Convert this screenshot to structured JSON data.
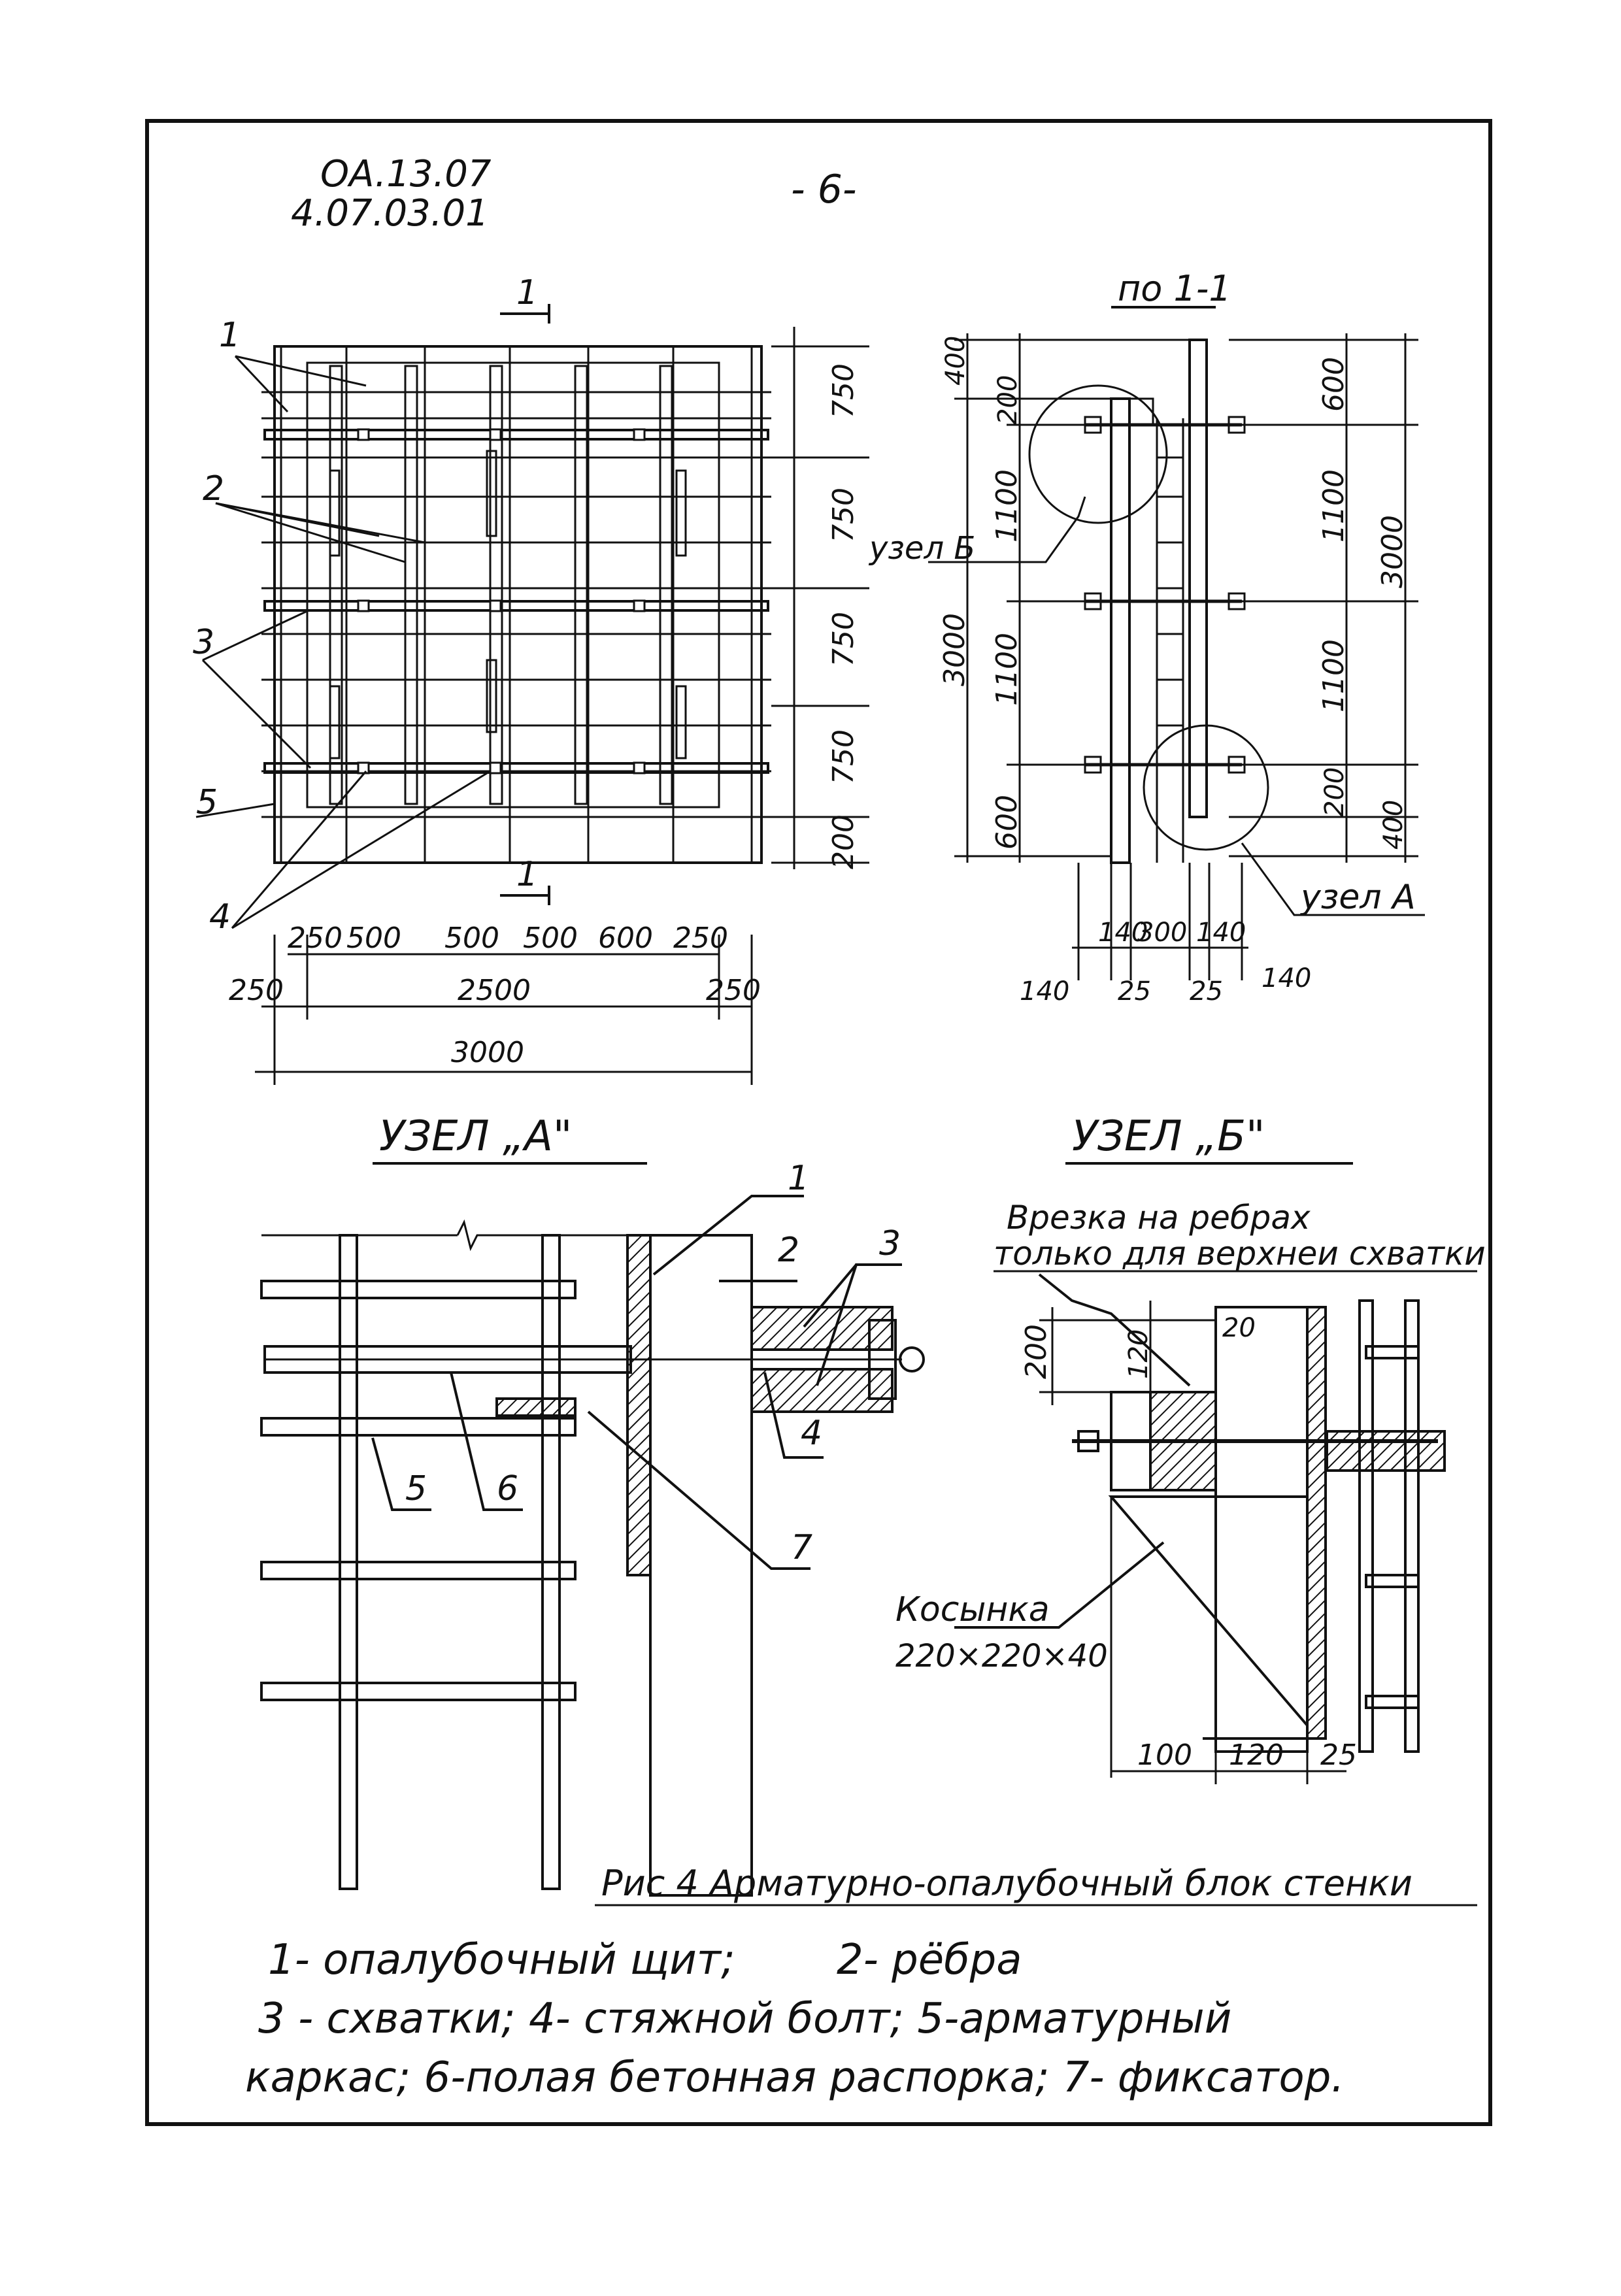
{
  "header": {
    "code_line1": "OA.13.07",
    "code_line2": "4.07.03.01",
    "page_number": "- 6-"
  },
  "elevation": {
    "section_mark": "1",
    "section_mark_bottom": "1",
    "callout_1": "1",
    "callout_2": "2",
    "callout_3": "3",
    "callout_4": "4",
    "callout_5": "5",
    "right_dims": [
      "750",
      "750",
      "750",
      "750",
      "200"
    ],
    "bottom_dims_row1": [
      "250",
      "500",
      "500",
      "500",
      "600",
      "250"
    ],
    "bottom_dims_row2": [
      "250",
      "2500",
      "250"
    ],
    "bottom_total": "3000"
  },
  "section": {
    "title": "по 1-1",
    "left_dims_outer": [
      "400",
      "3000"
    ],
    "left_dims_inner": [
      "200",
      "1100",
      "1100",
      "600"
    ],
    "right_dims_inner": [
      "600",
      "1100",
      "1100",
      "200"
    ],
    "right_dims_outer": [
      "3000",
      "400"
    ],
    "node_b_label": "узел Б",
    "node_a_label": "узел А",
    "bottom_dims_top": [
      "140",
      "300",
      "140"
    ],
    "bottom_dims_bottom": [
      "140",
      "25",
      "25",
      "140"
    ]
  },
  "node_a": {
    "title": "УЗЕЛ „А\"",
    "callouts": [
      "1",
      "2",
      "3",
      "4",
      "5",
      "6",
      "7"
    ]
  },
  "node_b": {
    "title": "УЗЕЛ „Б\"",
    "note_line1": "Врезка на ребрах",
    "note_line2": "только для верхнеи схватки",
    "dims": [
      "200",
      "120",
      "20"
    ],
    "gusset_label": "Косынка",
    "gusset_size": "220×220×40",
    "bottom_dims": [
      "100",
      "120",
      "25"
    ]
  },
  "caption": "Рис 4 Арматурно-опалубочный блок стенки",
  "legend": {
    "line1_a": "1- опалубочный щит;",
    "line1_b": "2- рёбра",
    "line2": "3 - схватки;   4- стяжной болт; 5-арматурный",
    "line3": "каркас; 6-полая бетонная распорка; 7- фиксатор."
  }
}
